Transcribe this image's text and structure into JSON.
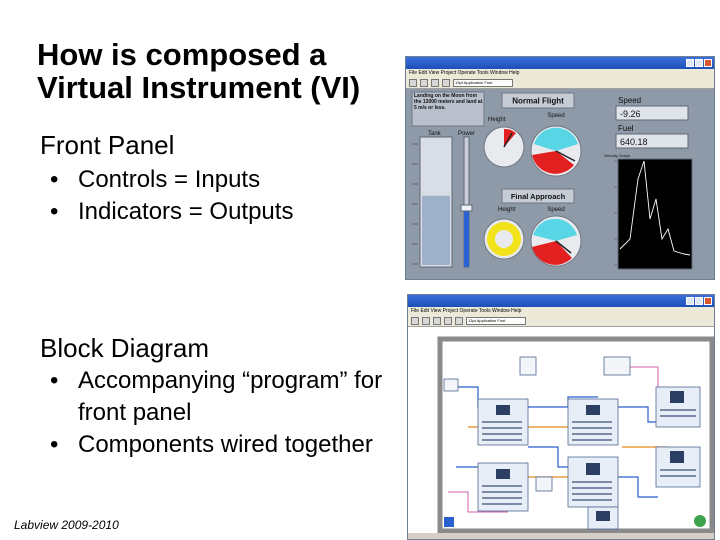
{
  "slide": {
    "title": "How is composed a Virtual Instrument (VI)",
    "footer": "Labview 2009-2010"
  },
  "front_panel_section": {
    "heading": "Front Panel",
    "bullets": [
      "Controls = Inputs",
      "Indicators = Outputs"
    ]
  },
  "block_diagram_section": {
    "heading": "Block Diagram",
    "bullets": [
      "Accompanying “program” for front panel",
      "Components wired together"
    ]
  },
  "front_panel_window": {
    "menu": "File  Edit  View  Project  Operate  Tools  Window  Help",
    "font_box": "13pt Application Font",
    "instructions": "Landing on the Moon from the 13000 meters and land at 5 m/s or less.",
    "normal_flight": "Normal Flight",
    "final_approach": "Final Approach",
    "tank_label": "Tank",
    "power_label": "Power",
    "height_label": "Height",
    "speed_label": "Speed",
    "speed_indicator_label": "Speed",
    "speed_value": "-9.26",
    "fuel_label": "Fuel",
    "fuel_value": "640.18",
    "graph_label": "Velocity Graph",
    "tank_level": 0.55,
    "power_level": 0.45
  },
  "block_diagram_window": {
    "menu": "File  Edit  View  Project  Operate  Tools  Window  Help",
    "font_box": "13pt Application Font"
  },
  "colors": {
    "panel": "#8f9aa8",
    "accent_red": "#e32020",
    "accent_cyan": "#59d6e6",
    "accent_yellow": "#f2e21b",
    "wire_blue": "#2a5fd0",
    "wire_orange": "#e08a1a"
  }
}
